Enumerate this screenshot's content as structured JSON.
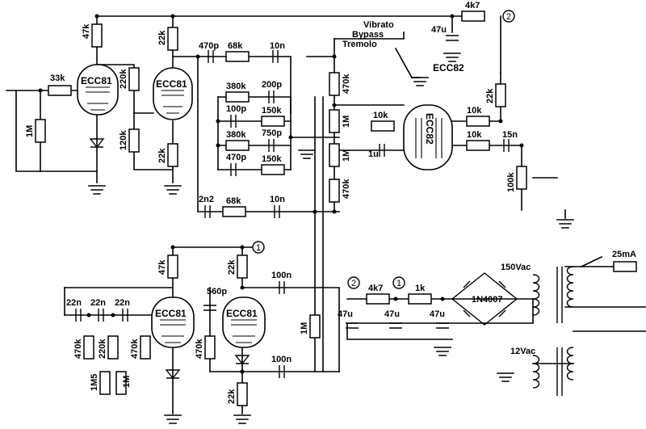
{
  "tubes": {
    "v1": "ECC81",
    "v2": "ECC81",
    "v3": "ECC82",
    "v4": "ECC81",
    "v5": "ECC81"
  },
  "tube_text_outside": "ECC82",
  "switch": {
    "vibrato": "Vibrato",
    "bypass": "Bypass",
    "tremolo": "Tremolo"
  },
  "nodes": {
    "n1": "1",
    "n2": "2"
  },
  "resistors": {
    "r_47k_top": "47k",
    "r_33k": "33k",
    "r_1M_in": "1M",
    "r_22k_a": "22k",
    "r_220k": "220k",
    "r_120k": "120k",
    "r_22k_b": "22k",
    "r_68k_top": "68k",
    "r_380k_a": "380k",
    "r_150k_a": "150k",
    "r_380k_b": "380k",
    "r_150k_b": "150k",
    "r_68k_bot": "68k",
    "r_470k_v": "470k",
    "r_1M_v1": "1M",
    "r_1M_v2": "1M",
    "r_470k_v2": "470k",
    "r_10k_g": "10k",
    "r_10k_p1": "10k",
    "r_10k_p2": "10k",
    "r_22k_p": "22k",
    "r_100k_pot": "100k",
    "r_4k7_top": "4k7",
    "r_47k_lfo": "47k",
    "r_22k_lfo": "22k",
    "r_470k_l1": "470k",
    "r_220k_l": "220k",
    "r_470k_l2": "470k",
    "r_1M5": "1M5",
    "r_1M_pot_l": "1M",
    "r_470k_l3": "470k",
    "r_22k_l3": "22k",
    "r_1M_depth": "1M",
    "r_4k7_ps": "4k7",
    "r_1k_ps": "1k"
  },
  "capacitors": {
    "c_470p_a": "470p",
    "c_10n_a": "10n",
    "c_200p": "200p",
    "c_100p": "100p",
    "c_750p": "750p",
    "c_470p_b": "470p",
    "c_2n2": "2n2",
    "c_10n_b": "10n",
    "c_1u": "1u",
    "c_15n": "15n",
    "c_47u_top": "47u",
    "c_22n_1": "22n",
    "c_22n_2": "22n",
    "c_22n_3": "22n",
    "c_560p": "560p",
    "c_100n_a": "100n",
    "c_100n_b": "100n",
    "c_47u_1": "47u",
    "c_47u_2": "47u",
    "c_47u_3": "47u"
  },
  "power": {
    "bridge": "1N4007",
    "v150": "150Vac",
    "v12": "12Vac",
    "fuse": "25mA"
  }
}
